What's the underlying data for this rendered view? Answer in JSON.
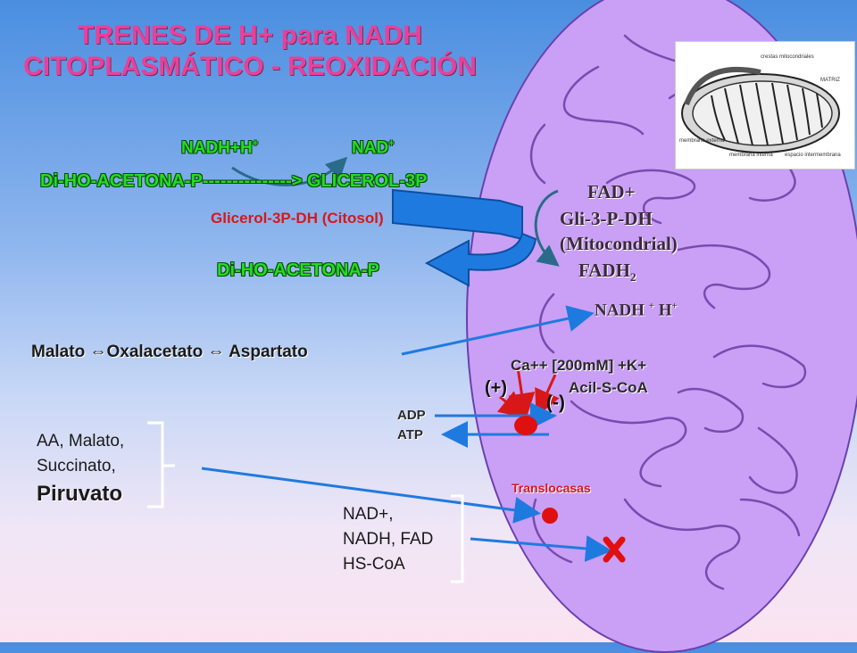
{
  "title": {
    "line1": "TRENES DE H+ para NADH",
    "line2": "CITOPLASMÁTICO - REOXIDACIÓN"
  },
  "cytosol": {
    "nadh": "NADH+H",
    "nadh_sup": "+",
    "nad": "NAD",
    "nad_sup": "+",
    "reaction": "Di-HO-ACETONA-P---------------> GLICEROL-3P",
    "enzyme": "Glicerol-3P-DH (Citosol)",
    "product": "Di-HO-ACETONA-P"
  },
  "mitochondrial": {
    "fad": "FAD+",
    "enzyme_line1": "Gli-3-P-DH",
    "enzyme_line2": "(Mitocondrial)",
    "fadh": "FADH",
    "fadh_sub": "2",
    "nadh": "NADH",
    "nadh_sup1": "+",
    "nadh_h": "H",
    "nadh_sup2": "+"
  },
  "shuttle": {
    "malate": "Malato",
    "oxaloacetate": "Oxalacetato",
    "aspartate": "Aspartato",
    "arrow_glyph": "⇔"
  },
  "regulation": {
    "ca": "Ca++ [200mM] +K+",
    "acyl": "Acil-S-CoA",
    "plus": "(+)",
    "minus": "(-)",
    "adp": "ADP",
    "atp": "ATP",
    "translocases": "Translocasas"
  },
  "left_list": {
    "line1": "AA, Malato,",
    "line2": "Succinato,",
    "line3": "Piruvato"
  },
  "right_list": {
    "line1": "NAD+,",
    "line2": "NADH, FAD",
    "line3": "HS-CoA"
  },
  "inset": {
    "label_cristae": "crestas mitocondriales",
    "label_matrix": "MATRIZ",
    "label_outer": "membrana externa",
    "label_inner": "membrana interna",
    "label_space": "espacio intermembrana"
  },
  "colors": {
    "title": "#e8419a",
    "green_text": "#22dd22",
    "red_text": "#d81818",
    "mitochondrion": "#c9a0f5",
    "arrow_blue": "#1f7ae0",
    "arrow_teal": "#2a6b8a",
    "marker_red": "#e01010"
  }
}
